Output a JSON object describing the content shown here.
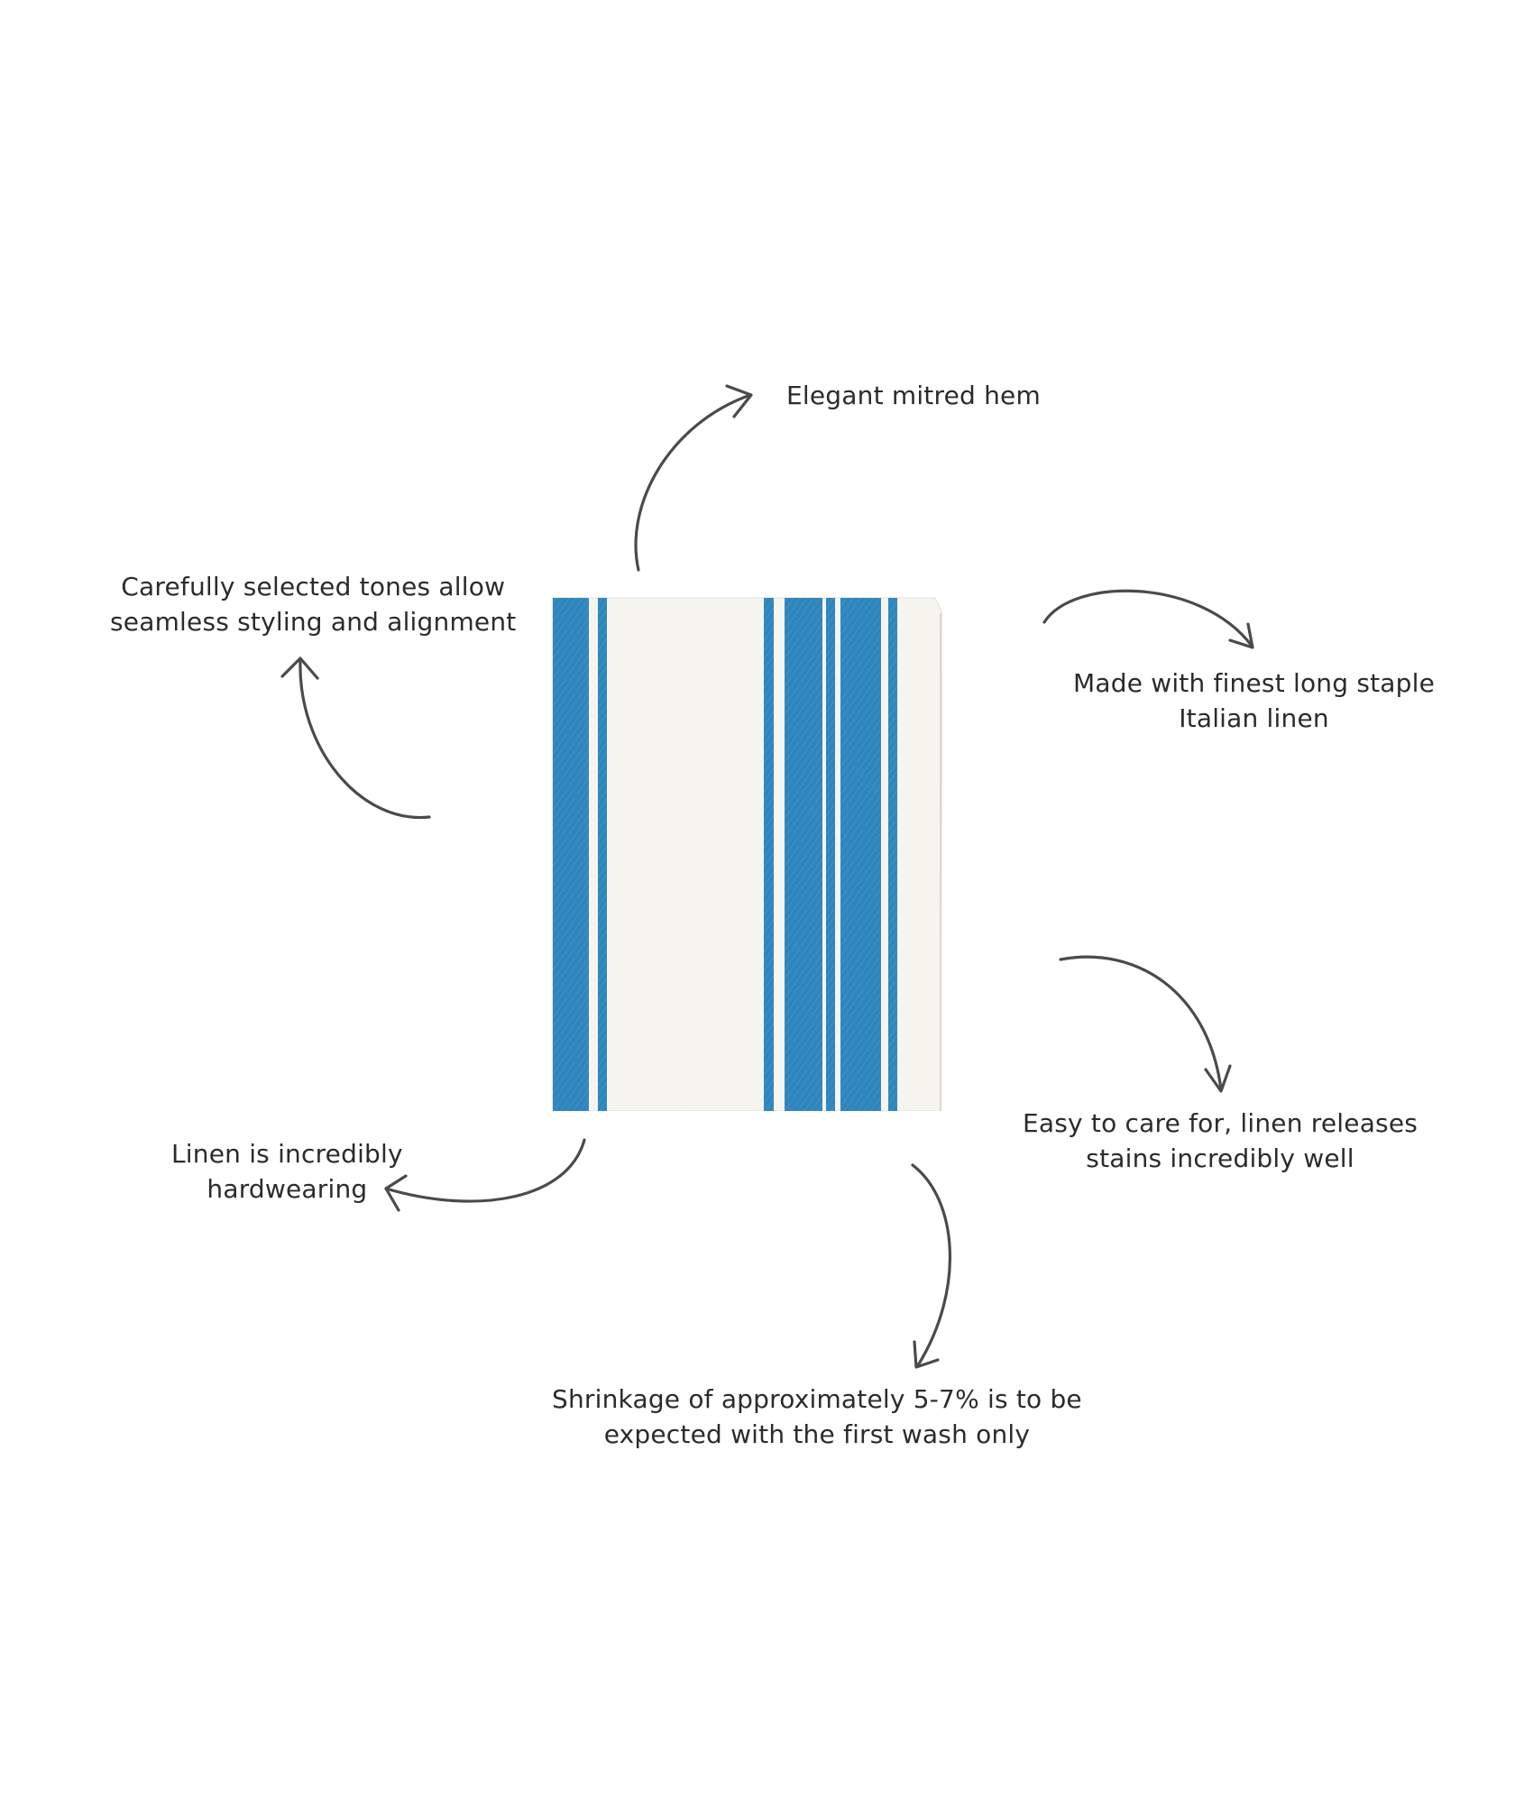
{
  "product": {
    "name": "striped-linen-tea-towel",
    "base_color": "#f6f4ef",
    "stripe_color": "#2e86bd",
    "outline_color": "#e2dfd8"
  },
  "arrow_color": "#4a4a4a",
  "features": {
    "mitred_hem": {
      "line1": "Elegant mitred hem"
    },
    "tones": {
      "line1": "Carefully selected tones allow",
      "line2": "seamless styling and alignment"
    },
    "linen": {
      "line1": "Made with finest long staple",
      "line2": "Italian linen"
    },
    "care": {
      "line1": "Easy to care for, linen releases",
      "line2": "stains incredibly well"
    },
    "hardwearing": {
      "line1": "Linen is incredibly",
      "line2": "hardwearing"
    },
    "shrinkage": {
      "line1": "Shrinkage of approximately 5-7% is to be",
      "line2": "expected with the first wash only"
    }
  }
}
